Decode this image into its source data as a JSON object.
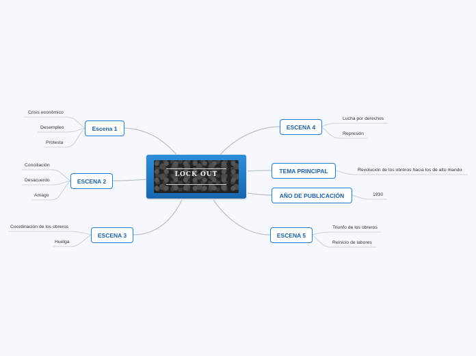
{
  "central": {
    "title": "LOCK OUT",
    "subtitle": ""
  },
  "branches": {
    "escena1": {
      "label": "Escena 1",
      "leaves": [
        "Crisis económico",
        "Desempleo",
        "Protesta"
      ]
    },
    "escena2": {
      "label": "ESCENA 2",
      "leaves": [
        "Conciliación",
        "Desacuerdo",
        "Amago"
      ]
    },
    "escena3": {
      "label": "ESCENA 3",
      "leaves": [
        "Coordinación de los obreros",
        "Huelga"
      ]
    },
    "escena4": {
      "label": "ESCENA 4",
      "leaves": [
        "Lucha por derechos",
        "Represión"
      ]
    },
    "tema": {
      "label": "TEMA PRINCIPAL",
      "leaves": [
        "Revolución de los obreros hacia los de alto mando"
      ]
    },
    "anio": {
      "label": "AÑO DE PUBLICACIÓN",
      "leaves": [
        "1930"
      ]
    },
    "escena5": {
      "label": "ESCENA 5",
      "leaves": [
        "Triunfo de los obreros",
        "Reinicio de labores"
      ]
    }
  },
  "colors": {
    "background": "#f6f8fd",
    "node_border": "#1e7bd0",
    "node_text": "#1a5fa6",
    "connector": "#b9c2cc"
  }
}
